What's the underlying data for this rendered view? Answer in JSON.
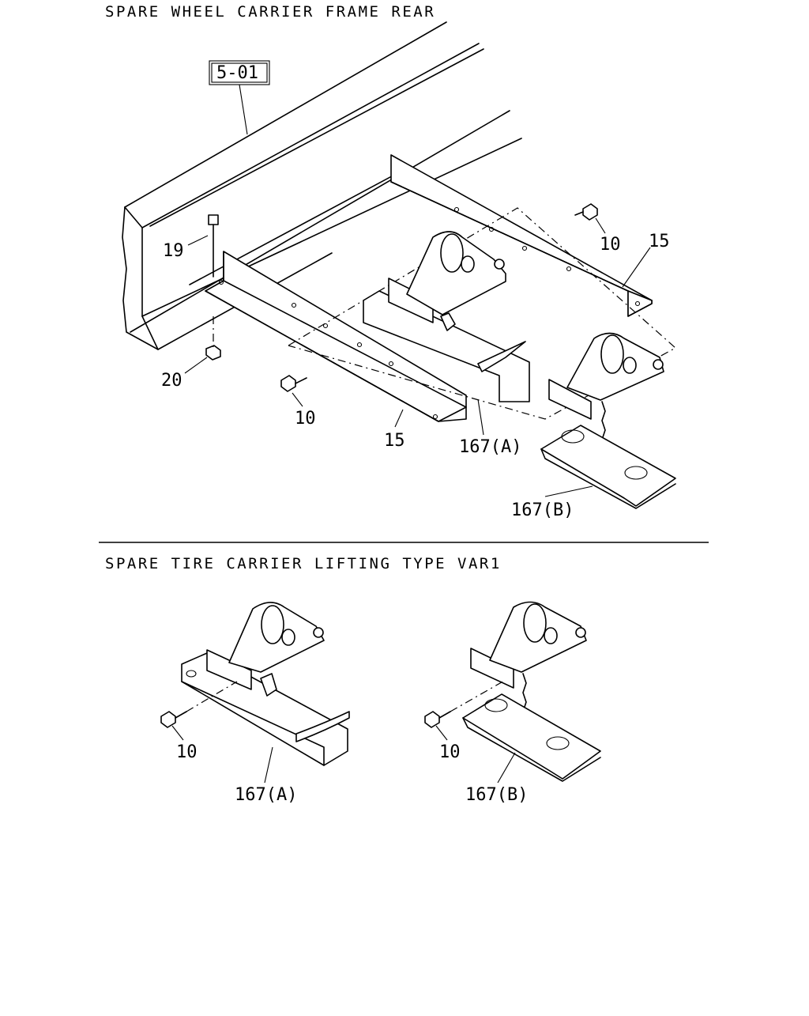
{
  "sections": {
    "top_title": "SPARE WHEEL CARRIER FRAME REAR",
    "bottom_title": "SPARE TIRE CARRIER LIFTING TYPE VAR1"
  },
  "ref_box": "5-01",
  "callouts": {
    "p19": "19",
    "p20": "20",
    "p10_top_right": "10",
    "p15_top_right": "15",
    "p10_top_left": "10",
    "p15_top_left": "15",
    "p167a_top": "167(A)",
    "p167b_top": "167(B)",
    "p10_bottom_left": "10",
    "p167a_bottom": "167(A)",
    "p10_bottom_right": "10",
    "p167b_bottom": "167(B)"
  }
}
